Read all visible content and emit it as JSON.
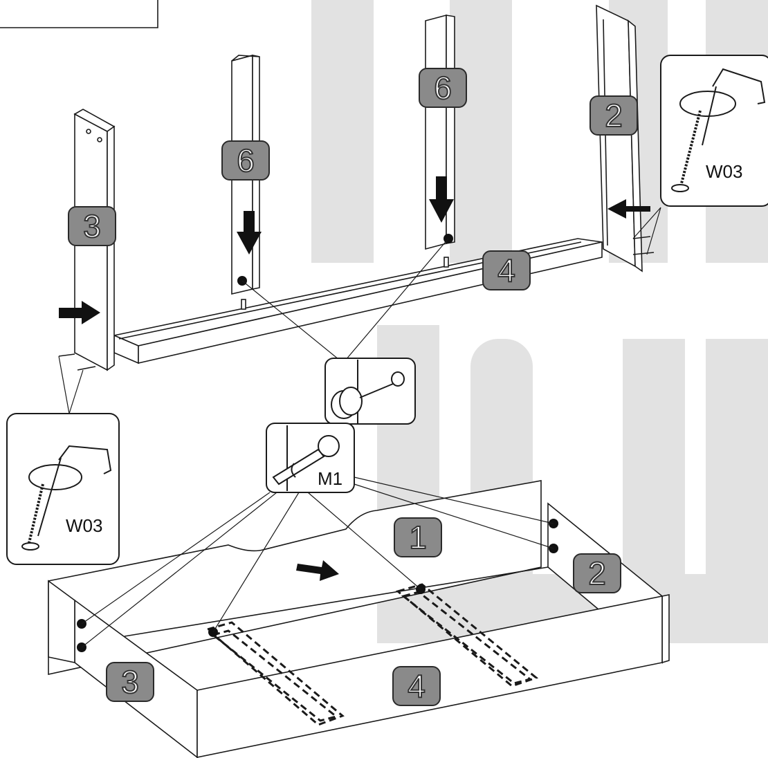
{
  "diagram": {
    "part_numbers": {
      "top_left_panel": "3",
      "top_center_panel": "6",
      "top_right_center_panel": "6",
      "top_right_panel": "2",
      "top_base_rail": "4",
      "bottom_back_panel": "1",
      "bottom_right_panel": "2",
      "bottom_left_panel": "3",
      "bottom_front_panel": "4"
    },
    "hardware": {
      "screw_label_left": "W03",
      "screw_label_right": "W03",
      "cam_label": "M1"
    },
    "colors": {
      "watermark": "#e2e2e2",
      "badge_fill": "#8a8a8a",
      "line": "#1a1a1a"
    },
    "icons": [
      "arrow-right-icon",
      "arrow-down-icon",
      "arrow-left-icon",
      "cam-lock-icon",
      "screwdriver-icon",
      "allen-key-icon"
    ]
  }
}
